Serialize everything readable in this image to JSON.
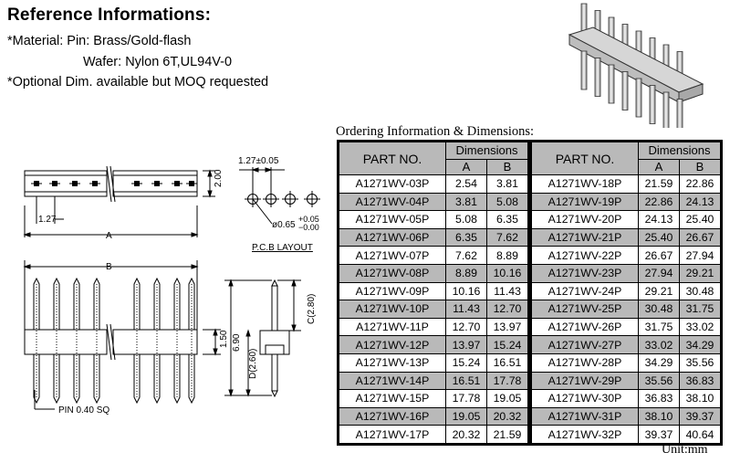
{
  "reference": {
    "title": "Reference Informations:",
    "line1": "*Material: Pin: Brass/Gold-flash",
    "line2": "Wafer: Nylon 6T,UL94V-0",
    "line3": "*Optional Dim. available but MOQ requested"
  },
  "drawing": {
    "pitch": "1.27",
    "height_top": "2.00",
    "dim_a": "A",
    "dim_b": "B",
    "pcb_pitch": "1.27±0.05",
    "hole_dia": "ø0.65",
    "hole_tol_plus": "+0.05",
    "hole_tol_minus": "−0.00",
    "pcb_layout": "P.C.B  LAYOUT",
    "body_height": "1.50",
    "total_height": "6.90",
    "dim_d": "D(2.60)",
    "dim_c": "C(2.80)",
    "pin_note": "PIN  0.40  SQ"
  },
  "ordering": {
    "title": "Ordering Information & Dimensions:",
    "col_part": "PART NO.",
    "col_dims": "Dimensions",
    "col_a": "A",
    "col_b": "B",
    "unit": "Unit:mm",
    "left_rows": [
      {
        "part": "A1271WV-03P",
        "a": "2.54",
        "b": "3.81"
      },
      {
        "part": "A1271WV-04P",
        "a": "3.81",
        "b": "5.08"
      },
      {
        "part": "A1271WV-05P",
        "a": "5.08",
        "b": "6.35"
      },
      {
        "part": "A1271WV-06P",
        "a": "6.35",
        "b": "7.62"
      },
      {
        "part": "A1271WV-07P",
        "a": "7.62",
        "b": "8.89"
      },
      {
        "part": "A1271WV-08P",
        "a": "8.89",
        "b": "10.16"
      },
      {
        "part": "A1271WV-09P",
        "a": "10.16",
        "b": "11.43"
      },
      {
        "part": "A1271WV-10P",
        "a": "11.43",
        "b": "12.70"
      },
      {
        "part": "A1271WV-11P",
        "a": "12.70",
        "b": "13.97"
      },
      {
        "part": "A1271WV-12P",
        "a": "13.97",
        "b": "15.24"
      },
      {
        "part": "A1271WV-13P",
        "a": "15.24",
        "b": "16.51"
      },
      {
        "part": "A1271WV-14P",
        "a": "16.51",
        "b": "17.78"
      },
      {
        "part": "A1271WV-15P",
        "a": "17.78",
        "b": "19.05"
      },
      {
        "part": "A1271WV-16P",
        "a": "19.05",
        "b": "20.32"
      },
      {
        "part": "A1271WV-17P",
        "a": "20.32",
        "b": "21.59"
      }
    ],
    "right_rows": [
      {
        "part": "A1271WV-18P",
        "a": "21.59",
        "b": "22.86"
      },
      {
        "part": "A1271WV-19P",
        "a": "22.86",
        "b": "24.13"
      },
      {
        "part": "A1271WV-20P",
        "a": "24.13",
        "b": "25.40"
      },
      {
        "part": "A1271WV-21P",
        "a": "25.40",
        "b": "26.67"
      },
      {
        "part": "A1271WV-22P",
        "a": "26.67",
        "b": "27.94"
      },
      {
        "part": "A1271WV-23P",
        "a": "27.94",
        "b": "29.21"
      },
      {
        "part": "A1271WV-24P",
        "a": "29.21",
        "b": "30.48"
      },
      {
        "part": "A1271WV-25P",
        "a": "30.48",
        "b": "31.75"
      },
      {
        "part": "A1271WV-26P",
        "a": "31.75",
        "b": "33.02"
      },
      {
        "part": "A1271WV-27P",
        "a": "33.02",
        "b": "34.29"
      },
      {
        "part": "A1271WV-28P",
        "a": "34.29",
        "b": "35.56"
      },
      {
        "part": "A1271WV-29P",
        "a": "35.56",
        "b": "36.83"
      },
      {
        "part": "A1271WV-30P",
        "a": "36.83",
        "b": "38.10"
      },
      {
        "part": "A1271WV-31P",
        "a": "38.10",
        "b": "39.37"
      },
      {
        "part": "A1271WV-32P",
        "a": "39.37",
        "b": "40.64"
      }
    ]
  }
}
